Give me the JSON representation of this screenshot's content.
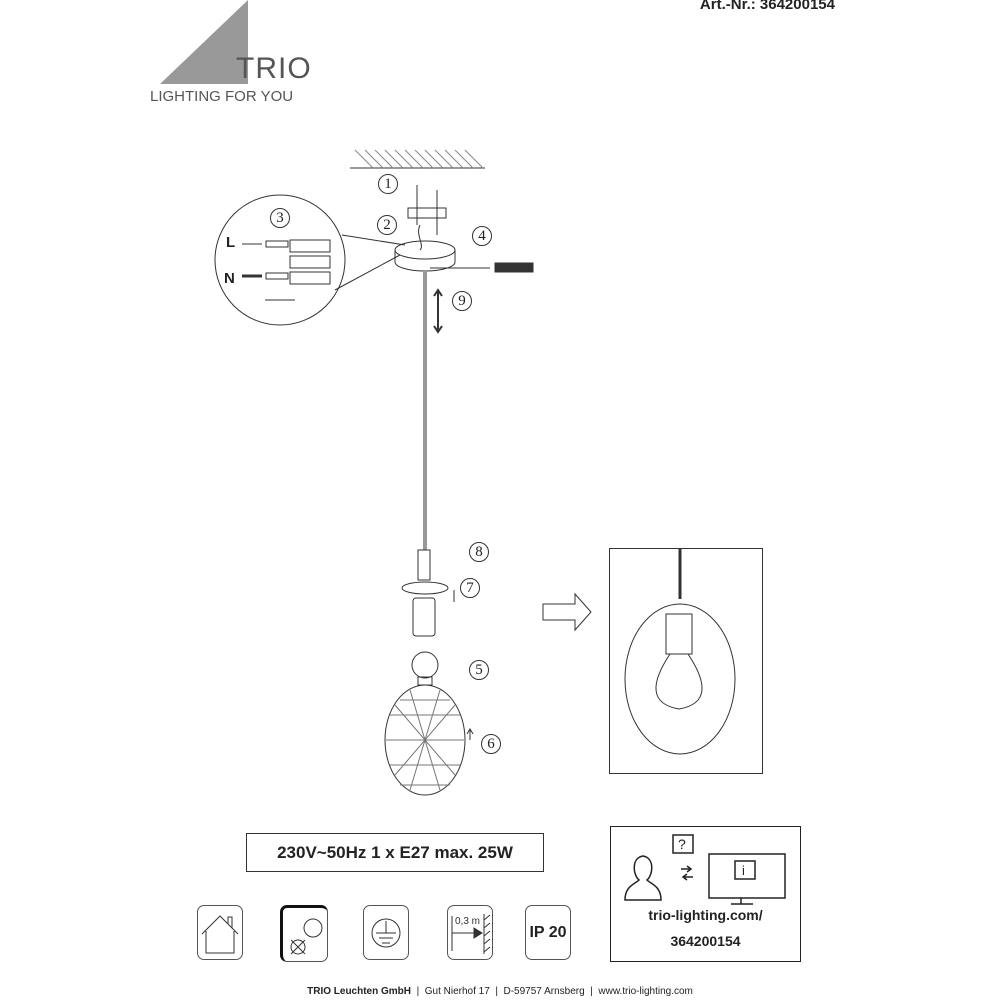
{
  "header": {
    "article_number": "Art.-Nr.: 364200154",
    "brand": "TRIO",
    "tagline": "LIGHTING FOR YOU"
  },
  "steps": [
    "1",
    "2",
    "3",
    "4",
    "5",
    "6",
    "7",
    "8",
    "9"
  ],
  "wiring": {
    "live": "L",
    "neutral": "N"
  },
  "spec": "230V~50Hz  1 x E27 max. 25W",
  "symbols": {
    "distance": "0,3 m",
    "ip": "IP 20"
  },
  "info": {
    "url": "trio-lighting.com/",
    "code": "364200154"
  },
  "footer": {
    "company": "TRIO Leuchten GmbH",
    "street": "Gut Nierhof 17",
    "city": "D-59757 Arnsberg",
    "web": "www.trio-lighting.com"
  }
}
